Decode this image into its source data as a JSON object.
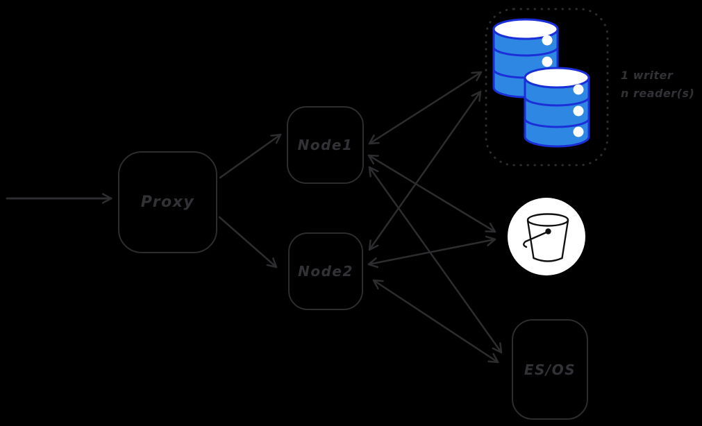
{
  "diagram": {
    "title": "proxy-nodes-storage-architecture",
    "background_color": "#000000",
    "stroke_color": "#2d2d30",
    "text_color": "#323236",
    "nodes": {
      "proxy": {
        "label": "Proxy"
      },
      "node1": {
        "label": "Node1"
      },
      "node2": {
        "label": "Node2"
      },
      "esos": {
        "label": "ES/OS"
      }
    },
    "database_cluster": {
      "icon": "database-cylinders-icon",
      "caption_line1": "1 writer",
      "caption_line2": "n reader(s)",
      "cylinder_fill_color": "#2e87e3",
      "cylinder_stroke_color": "#1b2fd8",
      "container_border_style": "dotted"
    },
    "bucket": {
      "icon": "bucket-icon",
      "circle_fill_color": "#ffffff",
      "bucket_stroke_color": "#111111"
    },
    "edges": [
      {
        "from": "client",
        "to": "proxy",
        "arrows": "end"
      },
      {
        "from": "proxy",
        "to": "node1",
        "arrows": "end"
      },
      {
        "from": "proxy",
        "to": "node2",
        "arrows": "end"
      },
      {
        "from": "node1",
        "to": "database-cluster",
        "arrows": "both"
      },
      {
        "from": "node1",
        "to": "bucket",
        "arrows": "both"
      },
      {
        "from": "node1",
        "to": "es-os",
        "arrows": "both"
      },
      {
        "from": "node2",
        "to": "database-cluster",
        "arrows": "both"
      },
      {
        "from": "node2",
        "to": "bucket",
        "arrows": "both"
      },
      {
        "from": "node2",
        "to": "es-os",
        "arrows": "both"
      }
    ]
  }
}
